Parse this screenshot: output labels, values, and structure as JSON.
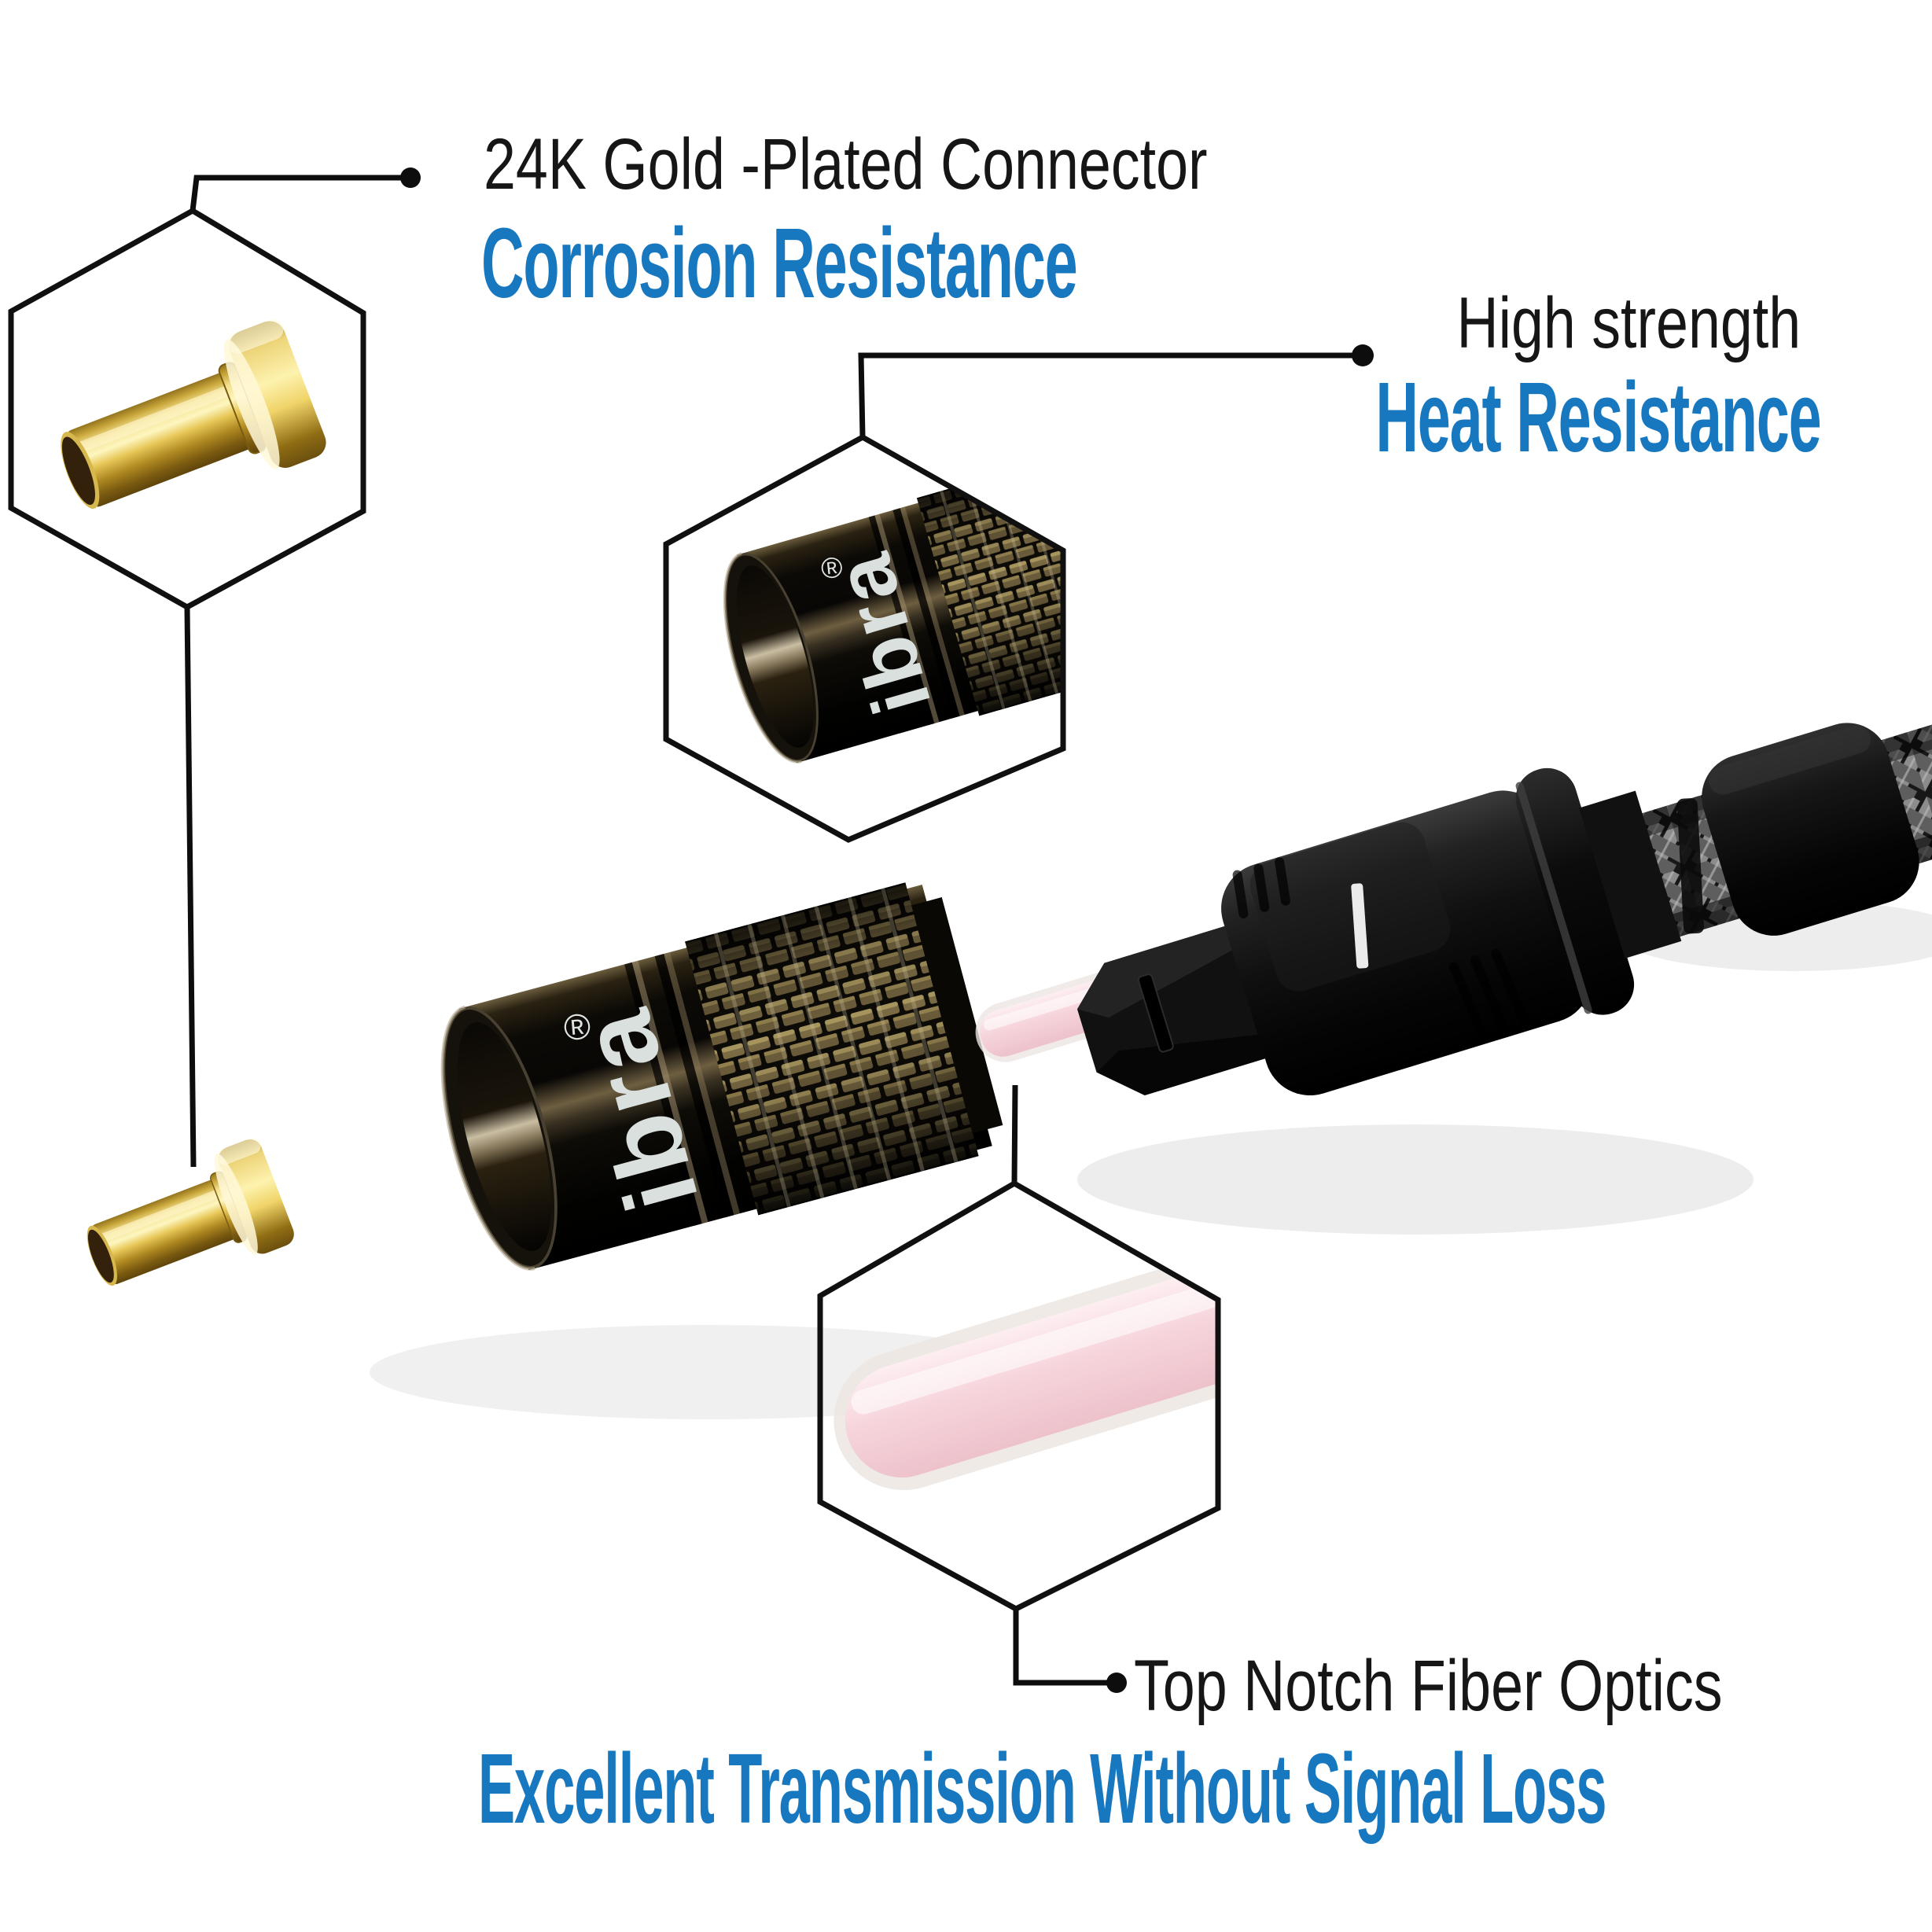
{
  "page": {
    "background": "#ffffff"
  },
  "palette": {
    "accent_blue": "#1878bf",
    "text_black": "#161616",
    "line_black": "#0d0d0d",
    "gold": "#e8c85a",
    "metal_bronze": "#6e5f41",
    "fiber_pink": "#f6d4db"
  },
  "callouts": {
    "gold": {
      "title": "24K Gold -Plated Connector",
      "subtitle": "Corrosion Resistance"
    },
    "heat": {
      "title": "High strength",
      "subtitle": "Heat Resistance"
    },
    "fiber": {
      "title": "Top Notch Fiber Optics",
      "subtitle": "Excellent Transmission Without Signal Loss"
    }
  },
  "product": {
    "brand_logo": "ibra",
    "registered_mark": "®"
  }
}
